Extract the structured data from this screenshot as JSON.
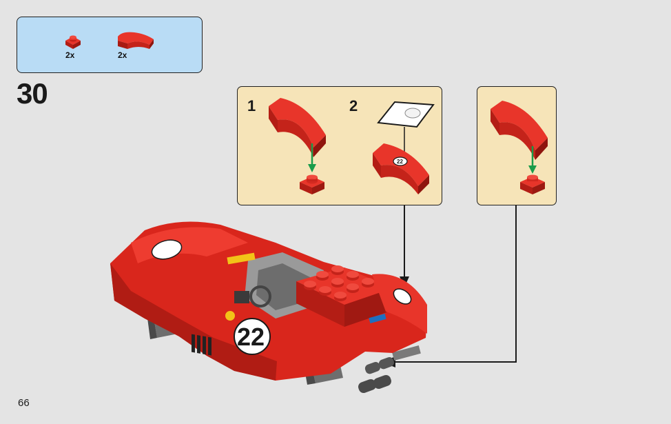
{
  "parts_list": {
    "items": [
      {
        "name": "red-plate-1x1-round-stud",
        "count": "2x"
      },
      {
        "name": "red-curved-slope-1x2",
        "count": "2x"
      }
    ]
  },
  "step": {
    "number": "30",
    "callout_a": {
      "substeps": [
        {
          "label": "1"
        },
        {
          "label": "2"
        }
      ]
    },
    "car_number": "22"
  },
  "page": {
    "number": "66"
  },
  "colors": {
    "background": "#e4e4e4",
    "parts_box": "#b9dcf5",
    "callout": "#f6e4b8",
    "brick_red": "#d9261c",
    "arrow_green": "#1a9c4a"
  }
}
